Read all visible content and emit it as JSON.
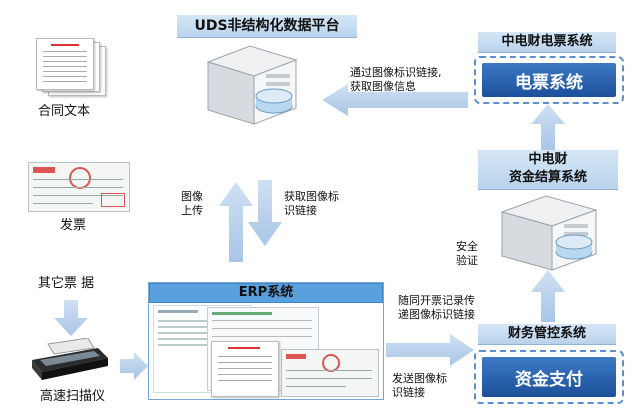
{
  "top_title": "UDS非结构化数据平台",
  "left_items": {
    "contract": "合同文本",
    "invoice": "发票",
    "other": "其它票 据",
    "scanner": "高速扫描仪"
  },
  "erp_title": "ERP系统",
  "center_flows": {
    "upload": [
      "图像",
      "上传"
    ],
    "fetch_link": [
      "获取图像标",
      "识链接"
    ],
    "via_link": [
      "通过图像标识链接,",
      "获取图像信息"
    ],
    "send_link": [
      "发送图像标",
      "识链接"
    ],
    "accompany": [
      "随同开票记录传",
      "递图像标识链接"
    ],
    "verify": [
      "安全",
      "验证"
    ]
  },
  "right_systems": {
    "einvoice_title": "中电财电票系统",
    "einvoice_box": "电票系统",
    "settlement_title": [
      "中电财",
      "资金结算系统"
    ],
    "finance_title": "财务管控系统",
    "finance_box": "资金支付"
  },
  "colors": {
    "arrow": "#b9d0ea",
    "box_blue": "#1f56a2",
    "title_bg": "#c9def3"
  }
}
